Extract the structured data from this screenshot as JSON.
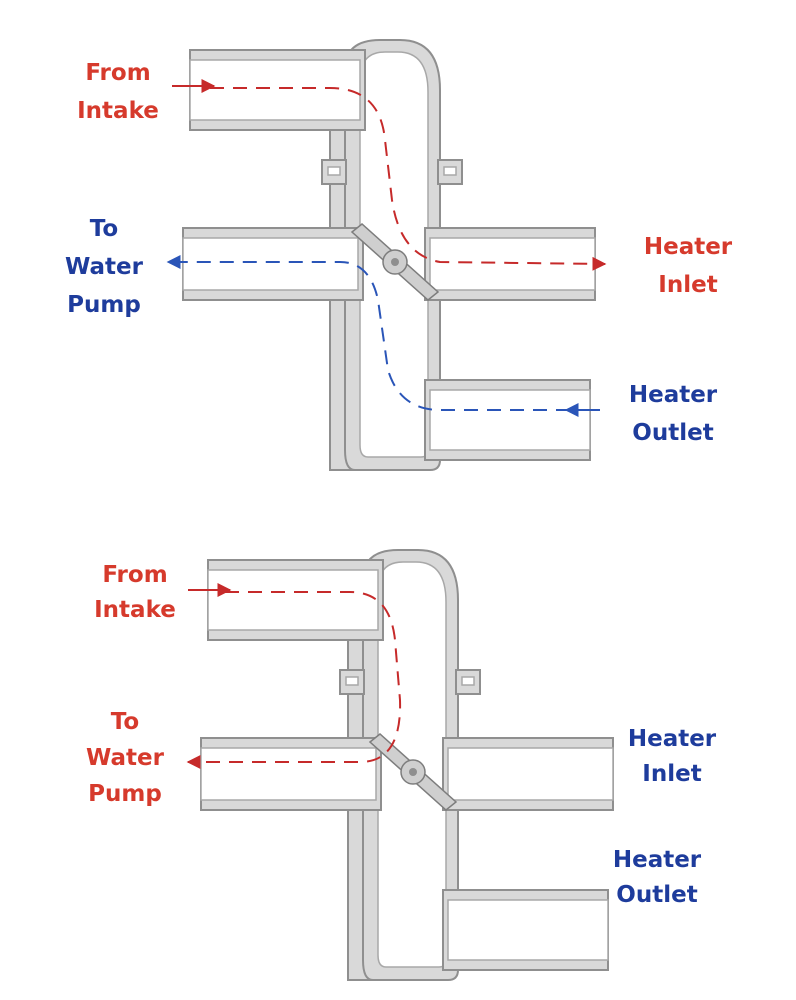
{
  "colors": {
    "red_label": "#d63a2c",
    "blue_label": "#1e3c9c",
    "red_flow": "#c62a2a",
    "blue_flow": "#2a55b8",
    "pipe_fill": "#d9d9d9",
    "pipe_outline": "#8f8f8f"
  },
  "top_diagram": {
    "from_intake": {
      "line1": "From",
      "line2": "Intake"
    },
    "to_water_pump": {
      "line1": "To",
      "line2": "Water",
      "line3": "Pump"
    },
    "heater_inlet": {
      "line1": "Heater",
      "line2": "Inlet"
    },
    "heater_outlet": {
      "line1": "Heater",
      "line2": "Outlet"
    }
  },
  "bottom_diagram": {
    "from_intake": {
      "line1": "From",
      "line2": "Intake"
    },
    "to_water_pump": {
      "line1": "To",
      "line2": "Water",
      "line3": "Pump"
    },
    "heater_inlet": {
      "line1": "Heater",
      "line2": "Inlet"
    },
    "heater_outlet": {
      "line1": "Heater",
      "line2": "Outlet"
    }
  }
}
